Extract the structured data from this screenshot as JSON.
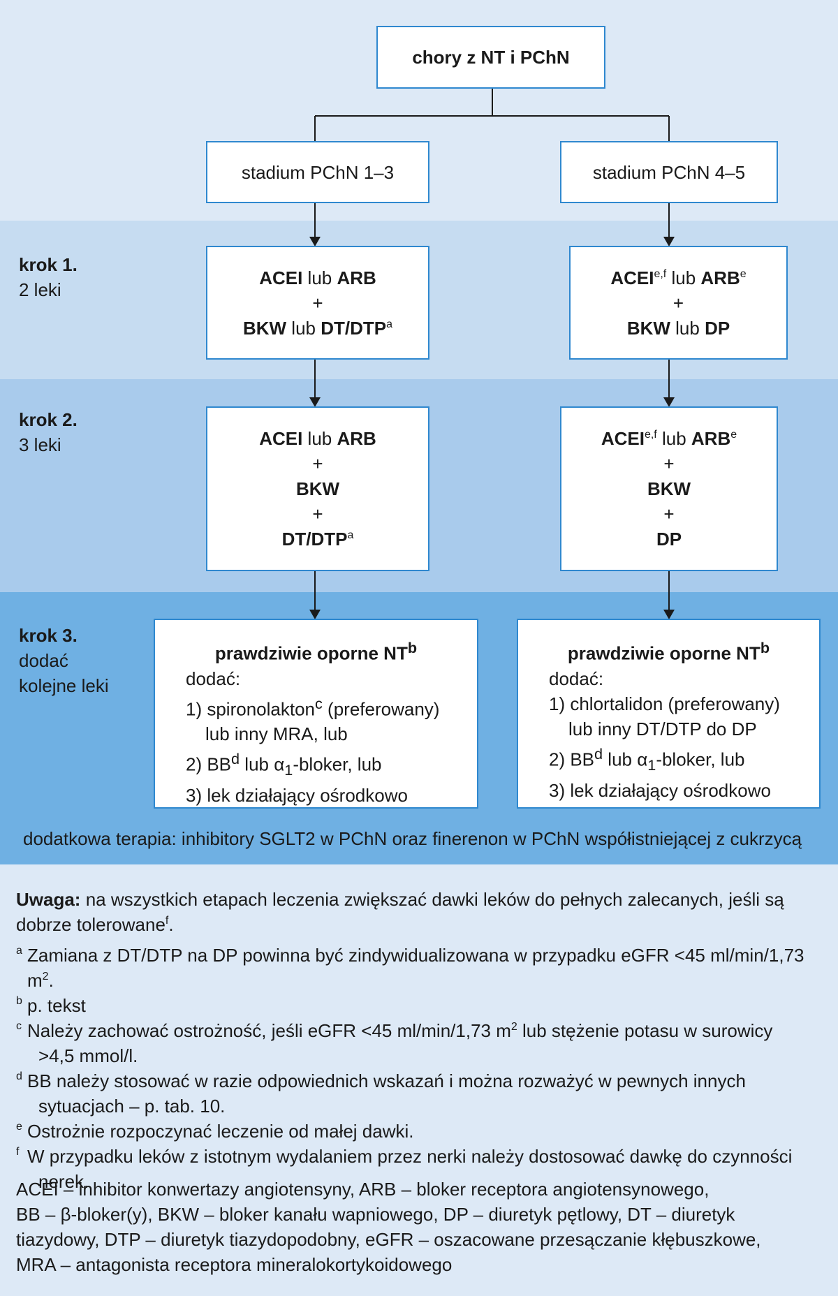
{
  "root": "chory z NT i PChN",
  "left": {
    "stage": "stadium PChN 1–3",
    "step1": {
      "l1a": "ACEI",
      "l1b": " lub ",
      "l1c": "ARB",
      "plus": "+",
      "l3a": "BKW",
      "l3b": " lub ",
      "l3c": "DT/DTP",
      "l3sup": "a"
    },
    "step2": {
      "l1a": "ACEI",
      "l1b": " lub ",
      "l1c": "ARB",
      "plus1": "+",
      "l3": "BKW",
      "plus2": "+",
      "l5": "DT/DTP",
      "l5sup": "a"
    },
    "step3": {
      "head": "prawdziwie oporne NT",
      "head_sup": "b",
      "add": "dodać:",
      "i1a": "1) spironolakton",
      "i1sup": "c",
      "i1b": " (preferowany)",
      "i1c": "lub inny MRA, lub",
      "i2a": "2) BB",
      "i2sup": "d",
      "i2b": " lub α",
      "i2sub": "1",
      "i2c": "-bloker, lub",
      "i3": "3) lek działający ośrodkowo"
    }
  },
  "right": {
    "stage": "stadium PChN 4–5",
    "step1": {
      "l1a": "ACEI",
      "l1sup": "e,f",
      "l1b": " lub ",
      "l1c": "ARB",
      "l1sup2": "e",
      "plus": "+",
      "l3a": "BKW",
      "l3b": " lub ",
      "l3c": "DP"
    },
    "step2": {
      "l1a": "ACEI",
      "l1sup": "e,f",
      "l1b": " lub ",
      "l1c": "ARB",
      "l1sup2": "e",
      "plus1": "+",
      "l3": "BKW",
      "plus2": "+",
      "l5": "DP"
    },
    "step3": {
      "head": "prawdziwie oporne NT",
      "head_sup": "b",
      "add": "dodać:",
      "i1a": "1) chlortalidon (preferowany)",
      "i1c": "lub inny DT/DTP do DP",
      "i2a": "2) BB",
      "i2sup": "d",
      "i2b": " lub α",
      "i2sub": "1",
      "i2c": "-bloker, lub",
      "i3": "3) lek działający ośrodkowo"
    }
  },
  "steps": [
    {
      "title": "krok 1.",
      "sub": "2 leki"
    },
    {
      "title": "krok 2.",
      "sub": "3 leki"
    },
    {
      "title": "krok 3.",
      "sub1": "dodać",
      "sub2": "kolejne leki"
    }
  ],
  "extra": "dodatkowa terapia: inhibitory SGLT2 w PChN oraz finerenon w PChN współistniejącej z cukrzycą",
  "notes": {
    "uwaga_label": "Uwaga:",
    "uwaga_text": " na wszystkich etapach leczenia zwiększać dawki leków do pełnych zalecanych, jeśli są",
    "uwaga_text2": "dobrze tolerowane",
    "uwaga_sup": "f",
    "uwaga_end": ".",
    "a_mark": "a",
    "a_text": "Zamiana z DT/DTP na DP powinna być zindywidualizowana w przypadku eGFR <45 ml/min/1,73 m",
    "a_sup": "2",
    "a_end": ".",
    "b_mark": "b",
    "b_text": "p. tekst",
    "c_mark": "c",
    "c_text": "Należy zachować ostrożność, jeśli eGFR <45 ml/min/1,73 m",
    "c_sup": "2",
    "c_text2": " lub stężenie potasu w surowicy",
    "c_text3": ">4,5 mmol/l.",
    "d_mark": "d",
    "d_text": "BB należy stosować w razie odpowiednich wskazań i można rozważyć w pewnych innych",
    "d_text2": "sytuacjach – p. tab. 10.",
    "e_mark": "e",
    "e_text": "Ostrożnie rozpoczynać leczenie od małej dawki.",
    "f_mark": "f",
    "f_text": "W przypadku leków z istotnym wydalaniem przez nerki należy dostosować dawkę do czynności",
    "f_text2": "nerek."
  },
  "abbr": [
    "ACEI – inhibitor konwertazy angiotensyny, ARB – bloker receptora angiotensynowego,",
    "BB – β-bloker(y), BKW – bloker kanału wapniowego, DP – diuretyk pętlowy, DT – diuretyk",
    "tiazydowy, DTP – diuretyk tiazydopodobny, eGFR – oszacowane przesączanie kłębuszkowe,",
    "MRA – antagonista receptora mineralokortykoidowego"
  ],
  "colors": {
    "band0": "#dde9f6",
    "band1": "#c6dcf1",
    "band2": "#a9cbec",
    "band3": "#6fb0e3",
    "border": "#2f88cf"
  }
}
